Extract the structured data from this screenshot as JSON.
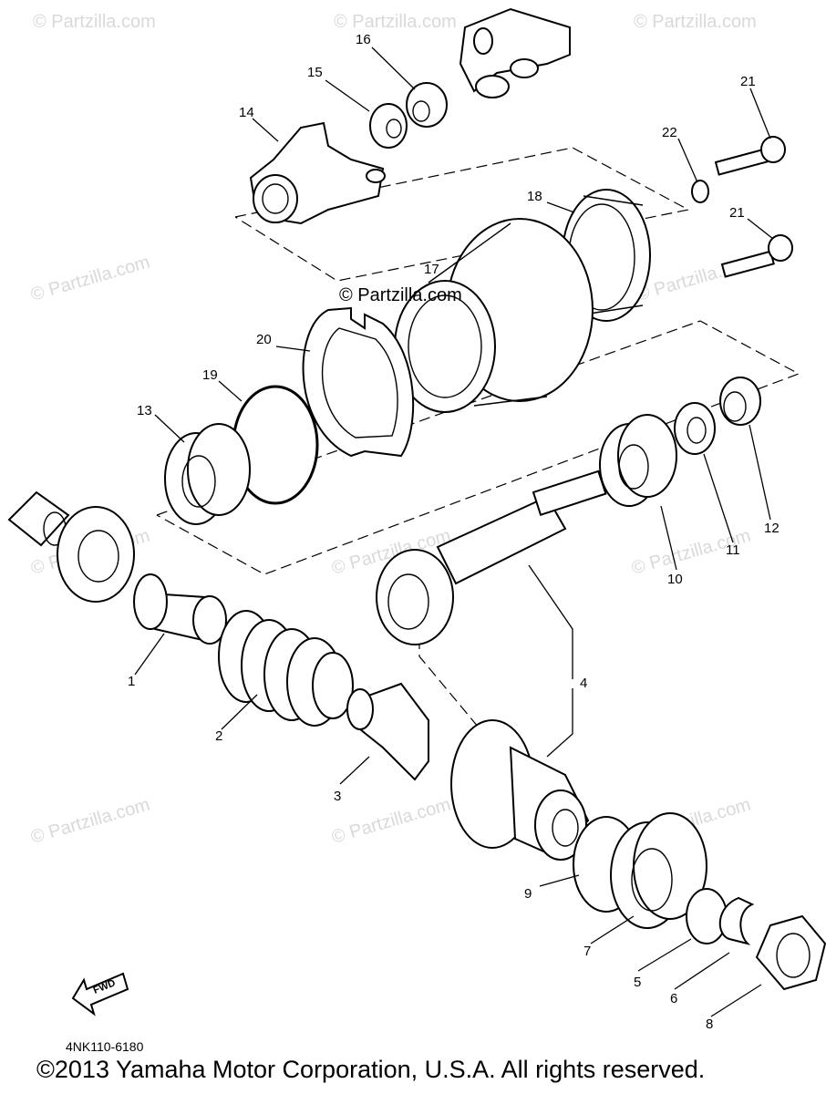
{
  "diagram": {
    "watermark_text": "© Partzilla.com",
    "center_watermark": "© Partzilla.com",
    "fwd_label": "FWD",
    "part_numbers": [
      "1",
      "2",
      "3",
      "4",
      "5",
      "6",
      "7",
      "8",
      "9",
      "10",
      "11",
      "12",
      "13",
      "14",
      "15",
      "16",
      "17",
      "18",
      "19",
      "20",
      "21",
      "21",
      "22"
    ],
    "diagram_code": "4NK110-6180",
    "copyright": "©2013  Yamaha Motor Corporation, U.S.A. All rights reserved."
  },
  "colors": {
    "line": "#000000",
    "watermark": "#d9d9d9",
    "background": "#ffffff"
  }
}
